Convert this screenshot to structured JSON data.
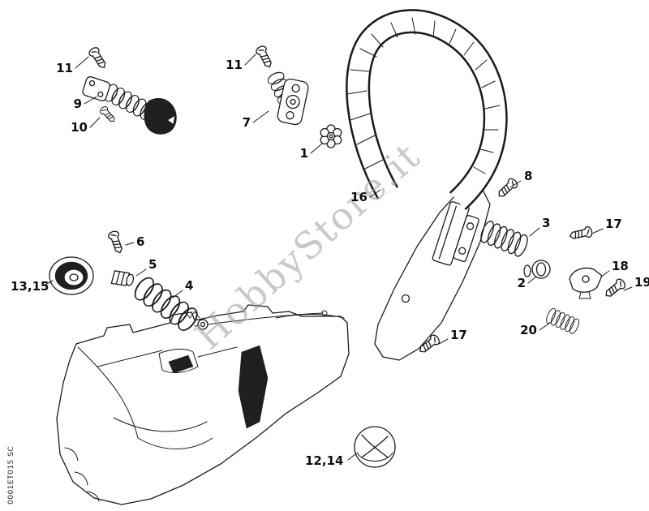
{
  "figure": {
    "watermark": "HobbyStore.it",
    "doc_code": "0001ET015 SC",
    "line_color": "#1a1a1a",
    "watermark_color": "#9e9e9e",
    "background_color": "#ffffff"
  },
  "labels": {
    "n11a": "11",
    "n9": "9",
    "n10": "10",
    "n11b": "11",
    "n7": "7",
    "n1": "1",
    "n16": "16",
    "n8": "8",
    "n3": "3",
    "n17a": "17",
    "n2": "2",
    "n18": "18",
    "n19": "19",
    "n20": "20",
    "n17b": "17",
    "n6": "6",
    "n5": "5",
    "n4": "4",
    "n13_15": "13,15",
    "n12_14": "12,14"
  }
}
